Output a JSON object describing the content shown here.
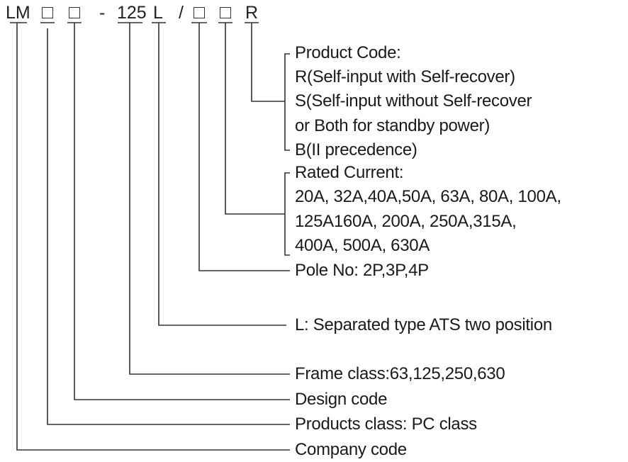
{
  "model_code": {
    "prefix": "LM",
    "dash": "-",
    "frame": "125",
    "type_letter": "L",
    "slash": "/",
    "suffix": "R",
    "placeholder_symbol": "□"
  },
  "product_code": {
    "heading": "Product Code:",
    "lines": [
      "R(Self-input with Self-recover)",
      "S(Self-input without Self-recover",
      "or Both for standby power)",
      "B(II precedence)"
    ]
  },
  "rated_current": {
    "heading": "Rated Current:",
    "lines": [
      "20A, 32A,40A,50A, 63A, 80A, 100A,",
      "125A160A, 200A, 250A,315A,",
      "400A, 500A, 630A"
    ]
  },
  "labels": {
    "pole_no": "Pole No: 2P,3P,4P",
    "type_l": "L: Separated type ATS two position",
    "frame_class": "Frame class:63,125,250,630",
    "design_code": "Design code",
    "products_class": "Products class: PC class",
    "company_code": "Company code"
  },
  "colors": {
    "line": "#333333",
    "text": "#1a1a1a"
  }
}
